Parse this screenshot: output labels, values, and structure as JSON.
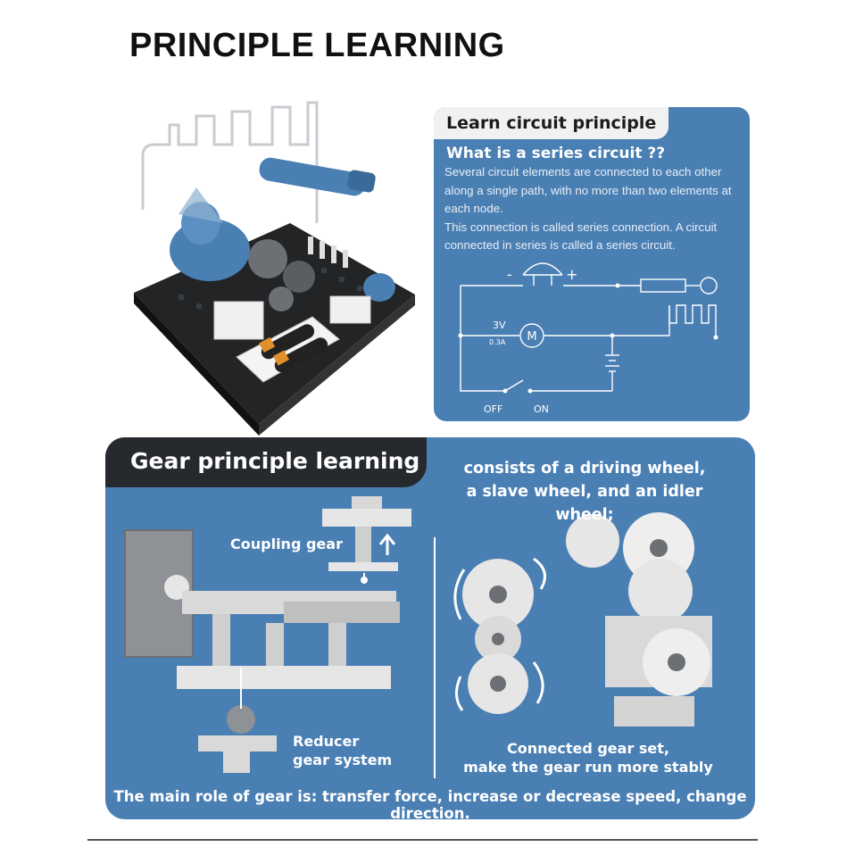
{
  "page": {
    "title": "PRINCIPLE LEARNING"
  },
  "circuit": {
    "tab_label": "Learn circuit principle",
    "question": "What is a series circuit ??",
    "description_lines": [
      "Several circuit elements are connected to each other along a single path, with no more than two elements at each node.",
      "This connection is called series connection. A circuit connected in series is called a series circuit."
    ],
    "diagram": {
      "minus_sign": "-",
      "plus_sign": "+",
      "voltage": "3V",
      "current": "0.3A",
      "motor_symbol": "M",
      "switch_off": "OFF",
      "switch_on": "ON"
    }
  },
  "gear": {
    "tab_label": "Gear principle learning",
    "consists_lines": [
      "consists of a driving wheel,",
      "a slave wheel, and an idler wheel;"
    ],
    "coupling_label": "Coupling gear",
    "reducer_lines": [
      "Reducer",
      "gear system"
    ],
    "connected_lines": [
      "Connected gear set,",
      "make the gear run more stably"
    ],
    "main_role": "The main role of gear is: transfer force, increase or decrease speed, change direction."
  },
  "colors": {
    "panel_blue": "#4a7fb3",
    "tab_dark": "#262a2e",
    "tab_light": "#f1f1f1",
    "white": "#ffffff"
  }
}
